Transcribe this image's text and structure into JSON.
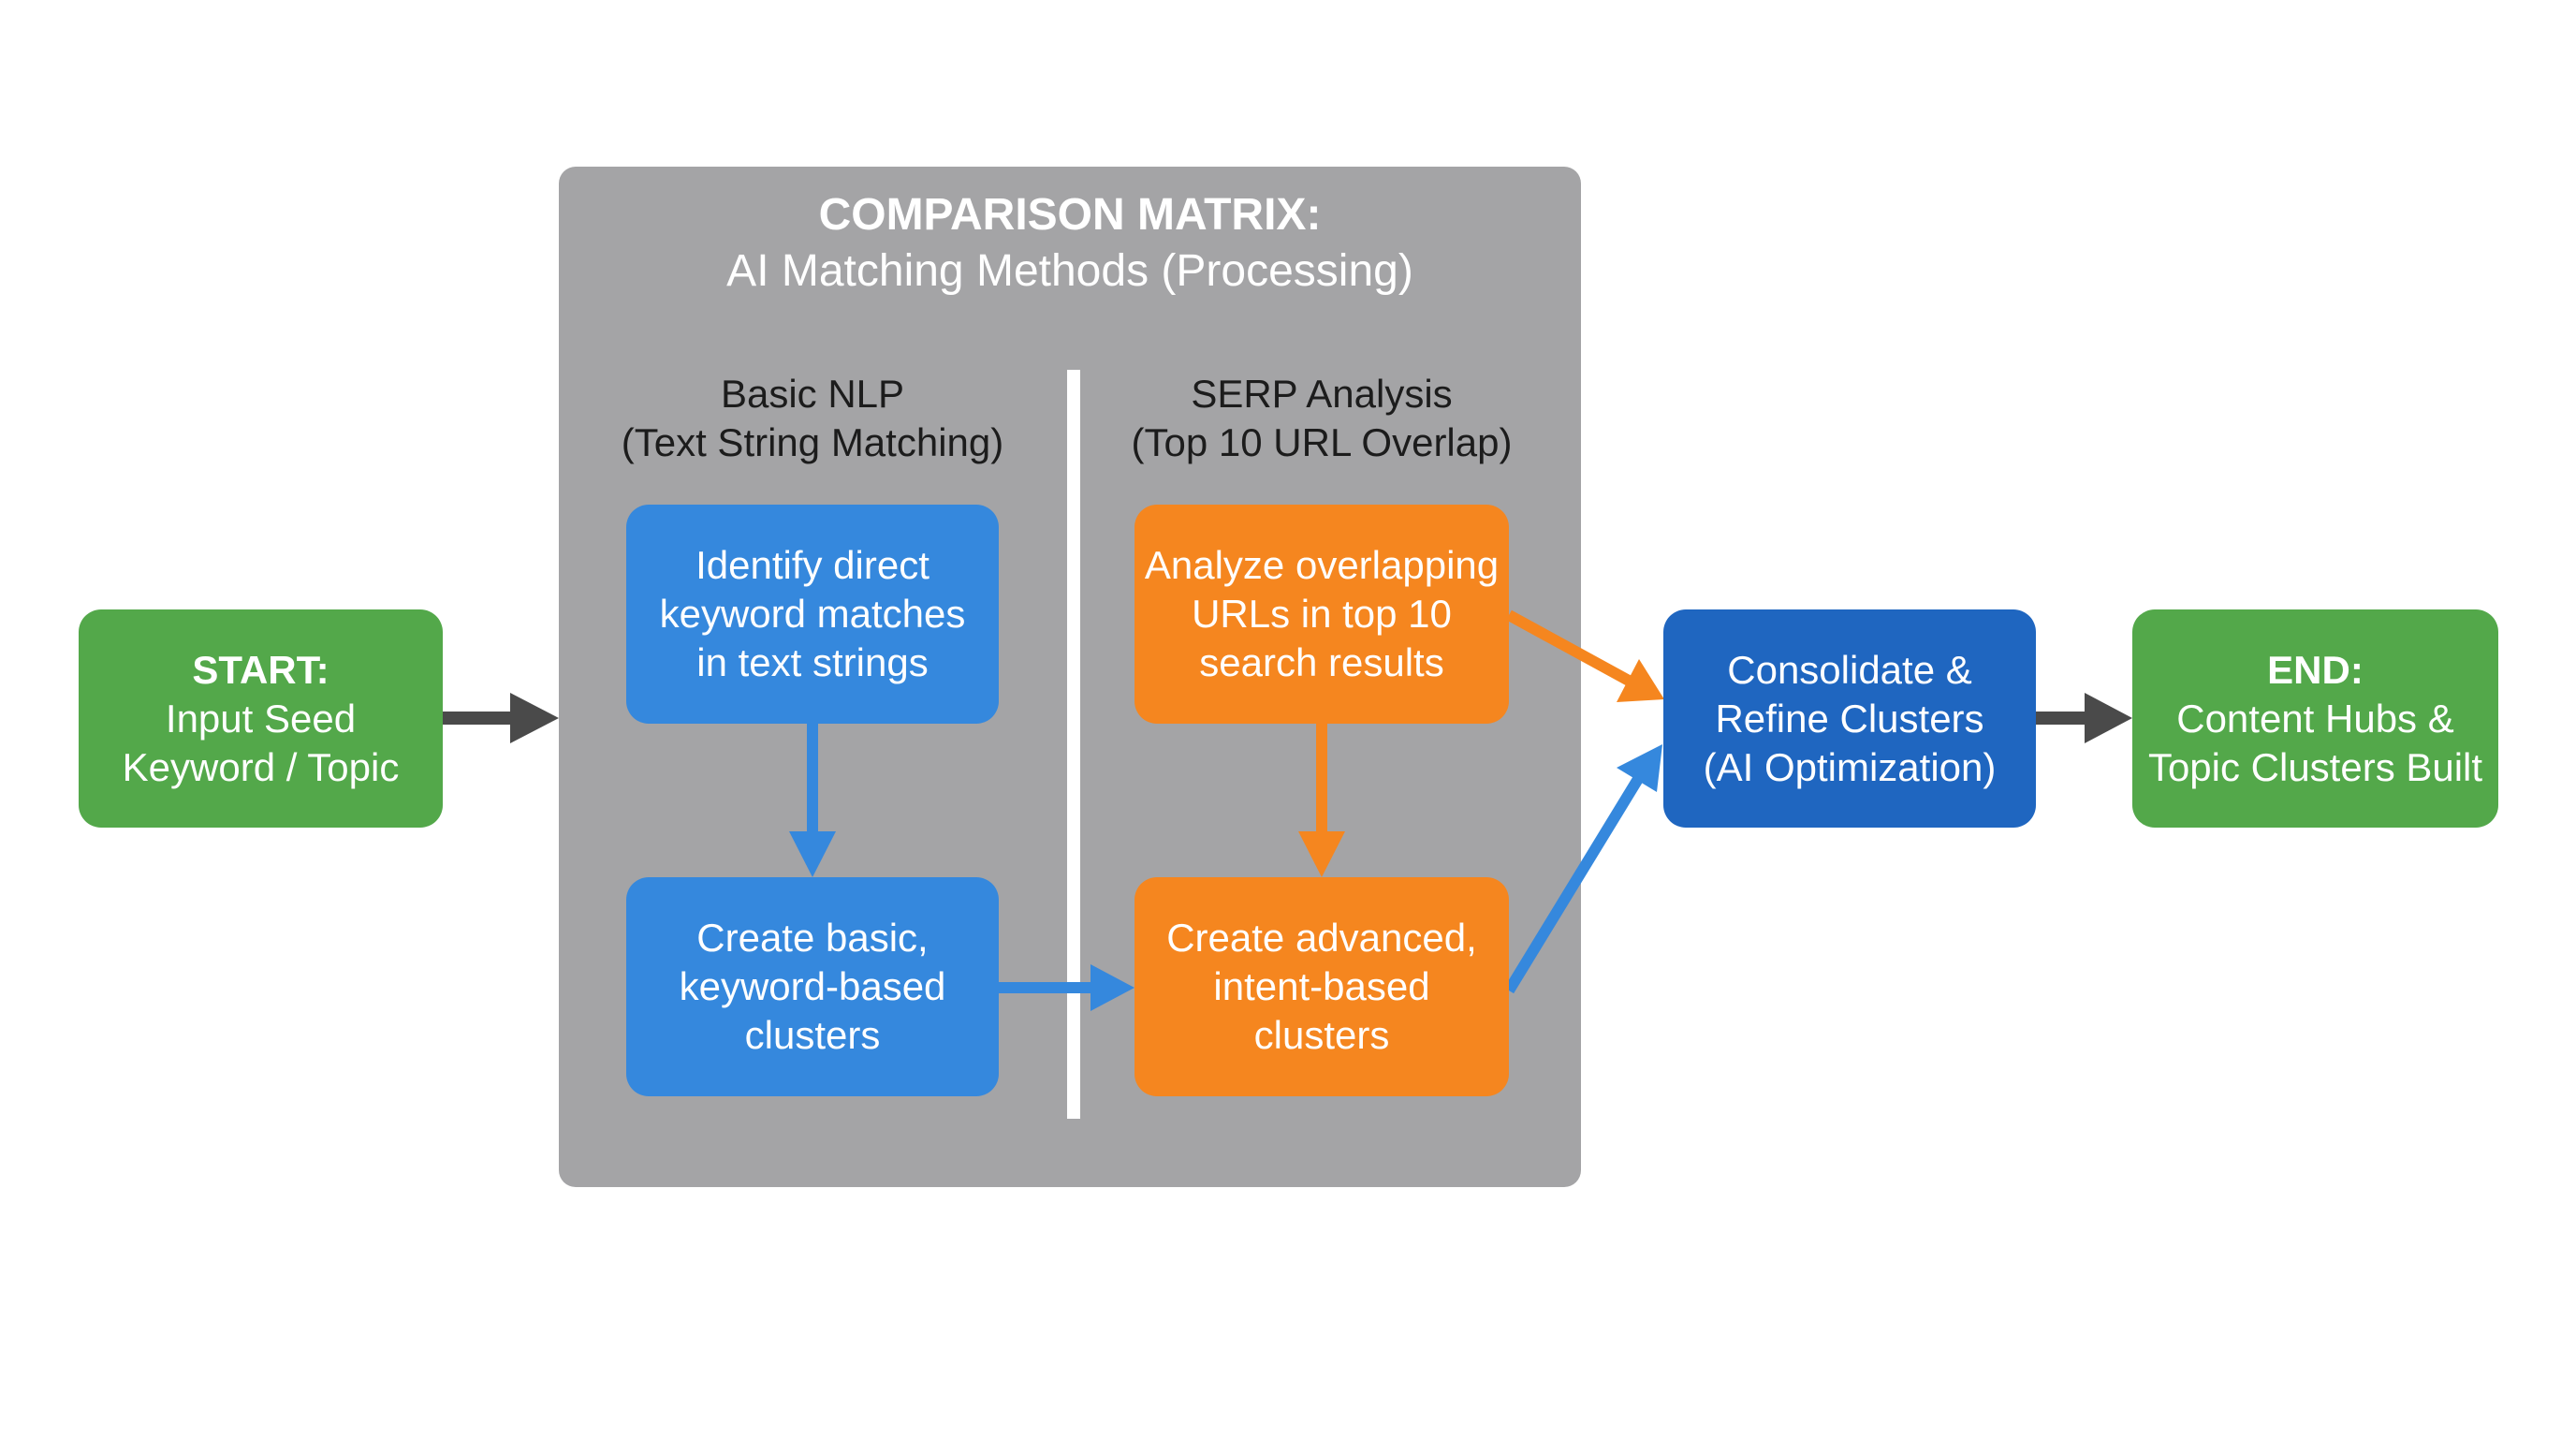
{
  "start": {
    "label": "START:",
    "lines": [
      "Input Seed",
      "Keyword / Topic"
    ]
  },
  "panel": {
    "title": "COMPARISON MATRIX:",
    "subtitle": "AI Matching Methods (Processing)"
  },
  "left_column": {
    "heading": "Basic NLP",
    "subheading": "(Text String Matching)",
    "step1": [
      "Identify direct",
      "keyword matches",
      "in text strings"
    ],
    "step2": [
      "Create basic,",
      "keyword-based",
      "clusters"
    ]
  },
  "right_column": {
    "heading": "SERP Analysis",
    "subheading": "(Top 10 URL Overlap)",
    "step1": [
      "Analyze overlapping",
      "URLs in top 10",
      "search results"
    ],
    "step2": [
      "Create advanced,",
      "intent-based",
      "clusters"
    ]
  },
  "consolidate": {
    "lines": [
      "Consolidate &",
      "Refine Clusters",
      "(AI Optimization)"
    ]
  },
  "end": {
    "label": "END:",
    "lines": [
      "Content Hubs &",
      "Topic Clusters Built"
    ]
  },
  "colors": {
    "start_end": "#53a84a",
    "basic_nlp": "#3588dd",
    "serp": "#f5861f",
    "consolidate": "#1f66c0",
    "panel": "#a4a4a6",
    "connector": "#4a4a4a"
  }
}
